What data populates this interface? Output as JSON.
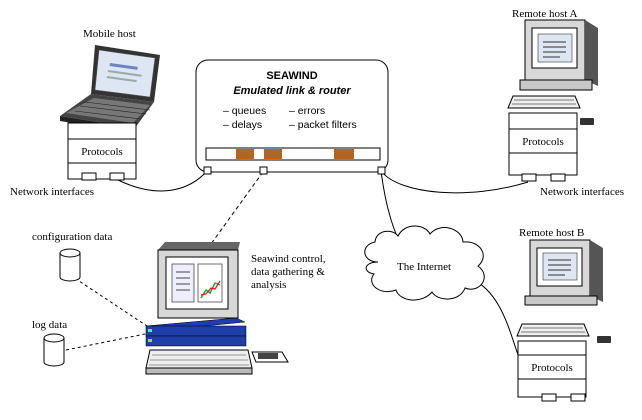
{
  "labels": {
    "mobile_host": "Mobile host",
    "remote_host_a": "Remote host A",
    "remote_host_b": "Remote host B",
    "network_interfaces_left": "Network interfaces",
    "network_interfaces_right": "Network interfaces",
    "configuration_data": "configuration data",
    "log_data": "log data",
    "the_internet": "The Internet",
    "control_line1": "Seawind control,",
    "control_line2": "data gathering &",
    "control_line3": "analysis"
  },
  "seawind": {
    "title": "SEAWIND",
    "subtitle": "Emulated link & router",
    "features_left": [
      "– queues",
      "– delays"
    ],
    "features_right": [
      "– errors",
      "– packet filters"
    ]
  },
  "protocols": {
    "mobile": "Protocols",
    "remote_a": "Protocols",
    "remote_b": "Protocols"
  },
  "colors": {
    "router_slot": "#b5651d",
    "control_stack": "#1f3ea8",
    "screen_bg": "#dde6f2",
    "chart_green": "#2a9a2a",
    "chart_red": "#cc2222"
  }
}
